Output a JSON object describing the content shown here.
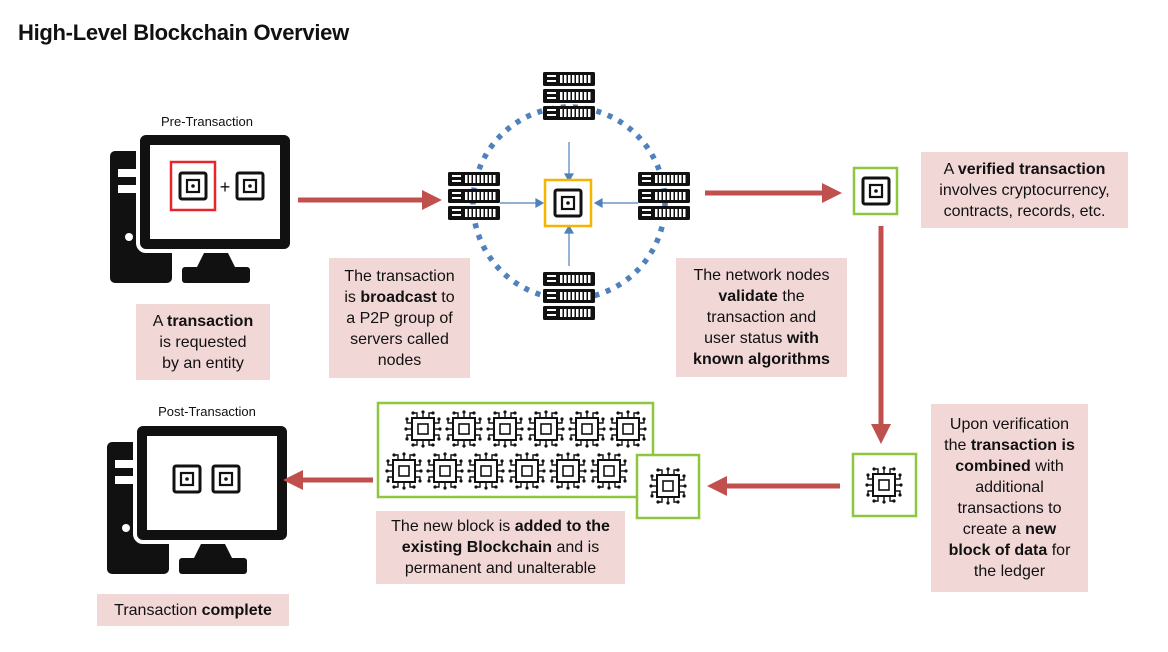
{
  "title": "High-Level Blockchain Overview",
  "labels": {
    "pre_transaction": "Pre-Transaction",
    "post_transaction": "Post-Transaction"
  },
  "boxes": {
    "requested": {
      "l1": "A ",
      "b1": "transaction",
      "l2": "is requested",
      "l3": "by an entity"
    },
    "broadcast": {
      "l1": "The transaction",
      "b2": "broadcast",
      "l2a": "is ",
      "l2b": " to",
      "l3": "a P2P group of",
      "l4": "servers  called",
      "l5": "nodes"
    },
    "validate": {
      "l1": "The network nodes",
      "b2": "validate",
      "l2b": " the",
      "l3": "transaction and",
      "l4a": "user status ",
      "b4": "with",
      "b5": "known algorithms"
    },
    "verified": {
      "l1a": "A ",
      "b1": "verified transaction",
      "l2": "involves cryptocurrency,",
      "l3": "contracts, records, etc."
    },
    "combined": {
      "l1": "Upon verification",
      "l2a": "the ",
      "b2": "transaction is",
      "b3": "combined",
      "l3b": " with",
      "l4": "additional",
      "l5": "transactions to",
      "l6a": "create a ",
      "b6": "new",
      "b7": "block of data",
      "l7b": " for",
      "l8": "the ledger"
    },
    "added": {
      "l1a": "The new block is ",
      "b1": "added to the",
      "b2": "existing Blockchain",
      "l2b": " and is",
      "l3": "permanent and unalterable"
    },
    "complete": {
      "l1": "Transaction ",
      "b1": "complete"
    }
  },
  "colors": {
    "arrow_red": "#c0504d",
    "box_pink": "#f2d7d7",
    "ring_blue": "#4f81bd",
    "connector_blue": "#4f81bd",
    "frame_green": "#8dc63f",
    "frame_yellow": "#f4b400",
    "frame_red": "#e8252a",
    "icon_black": "#111111"
  }
}
